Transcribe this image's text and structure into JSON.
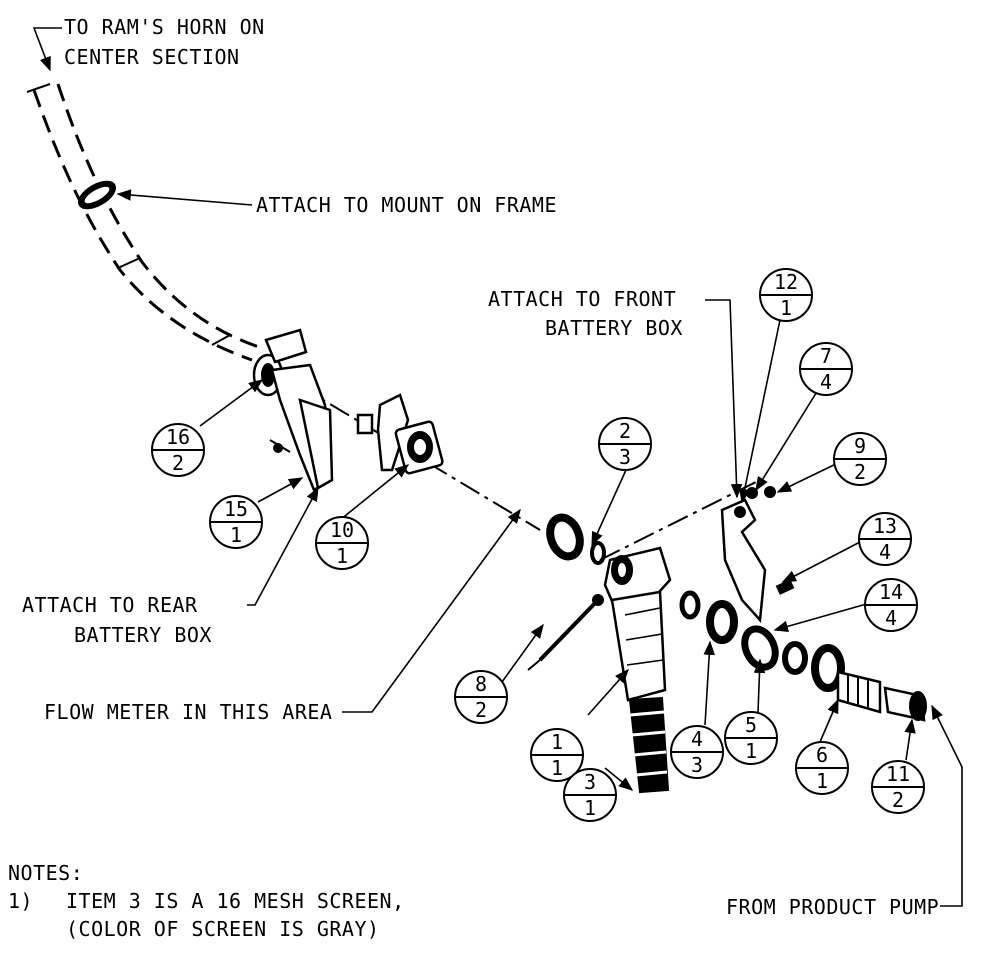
{
  "callouts_text": {
    "rams_horn": [
      "TO RAM'S HORN ON",
      "CENTER SECTION"
    ],
    "mount_frame": "ATTACH TO MOUNT ON FRAME",
    "front_battery": [
      "ATTACH TO FRONT",
      "BATTERY BOX"
    ],
    "rear_battery": [
      "ATTACH TO REAR",
      "BATTERY BOX"
    ],
    "flow_meter": "FLOW METER IN THIS AREA",
    "product_pump": "FROM PRODUCT PUMP"
  },
  "notes": {
    "heading": "NOTES:",
    "item_number": "1)",
    "line1": "ITEM 3 IS A 16 MESH SCREEN,",
    "line2": "(COLOR OF SCREEN IS GRAY)"
  },
  "balloons": [
    {
      "item": "1",
      "qty": "1"
    },
    {
      "item": "2",
      "qty": "3"
    },
    {
      "item": "3",
      "qty": "1"
    },
    {
      "item": "4",
      "qty": "3"
    },
    {
      "item": "5",
      "qty": "1"
    },
    {
      "item": "6",
      "qty": "1"
    },
    {
      "item": "7",
      "qty": "4"
    },
    {
      "item": "8",
      "qty": "2"
    },
    {
      "item": "9",
      "qty": "2"
    },
    {
      "item": "10",
      "qty": "1"
    },
    {
      "item": "11",
      "qty": "2"
    },
    {
      "item": "12",
      "qty": "1"
    },
    {
      "item": "13",
      "qty": "4"
    },
    {
      "item": "14",
      "qty": "4"
    },
    {
      "item": "15",
      "qty": "1"
    },
    {
      "item": "16",
      "qty": "2"
    }
  ]
}
